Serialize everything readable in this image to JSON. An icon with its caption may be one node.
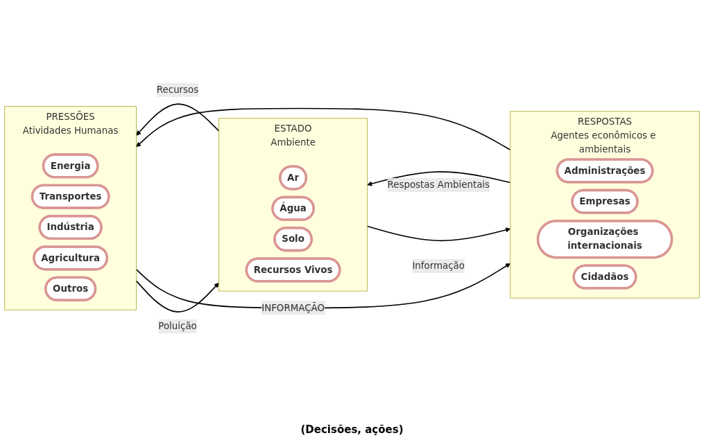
{
  "diagram": {
    "nodes": [
      {
        "text": [
          "PRESSÕES",
          "Atividades Humanas"
        ]
      },
      {
        "text": [
          "Energia"
        ],
        "in": 0
      },
      {
        "text": [
          "Transportes"
        ],
        "in": 0
      },
      {
        "text": [
          "Indústria"
        ],
        "in": 0
      },
      {
        "text": [
          "Agricultura"
        ],
        "in": 0
      },
      {
        "text": [
          "Outros"
        ],
        "in": 0
      },
      {
        "text": [
          "ESTADO",
          "Ambiente"
        ]
      },
      {
        "text": [
          "Ar"
        ],
        "in": 6
      },
      {
        "text": [
          "Água"
        ],
        "in": 6
      },
      {
        "text": [
          "Solo"
        ],
        "in": 6
      },
      {
        "text": [
          "Recursos Vivos"
        ],
        "in": 6
      },
      {
        "text": [
          "RESPOSTAS",
          "Agentes econômicos e ambientais"
        ]
      },
      {
        "text": [
          "Administrações"
        ],
        "in": 11
      },
      {
        "text": [
          "Empresas"
        ],
        "in": 11
      },
      {
        "text": [
          "Organizações internacionais"
        ],
        "in": 11
      },
      {
        "text": [
          "Cidadãos"
        ],
        "in": 11
      }
    ],
    "edges": [
      {
        "from": 0,
        "to": 11,
        "arrow": "to",
        "label": "INFORMAÇÃO"
      },
      {
        "from": 6,
        "to": 0,
        "arrow": "to",
        "label": "Recursos"
      },
      {
        "from": 0,
        "to": 6,
        "arrow": "to",
        "label": "Poluição"
      },
      {
        "from": 6,
        "to": 11,
        "arrow": "to",
        "label": "Informação"
      },
      {
        "from": 11,
        "to": 6,
        "arrow": "to",
        "label": "Respostas Ambientais"
      },
      {
        "from": 11,
        "to": 0,
        "arrow": "to"
      }
    ],
    "labels": [
      "(Decisões, ações)"
    ]
  }
}
